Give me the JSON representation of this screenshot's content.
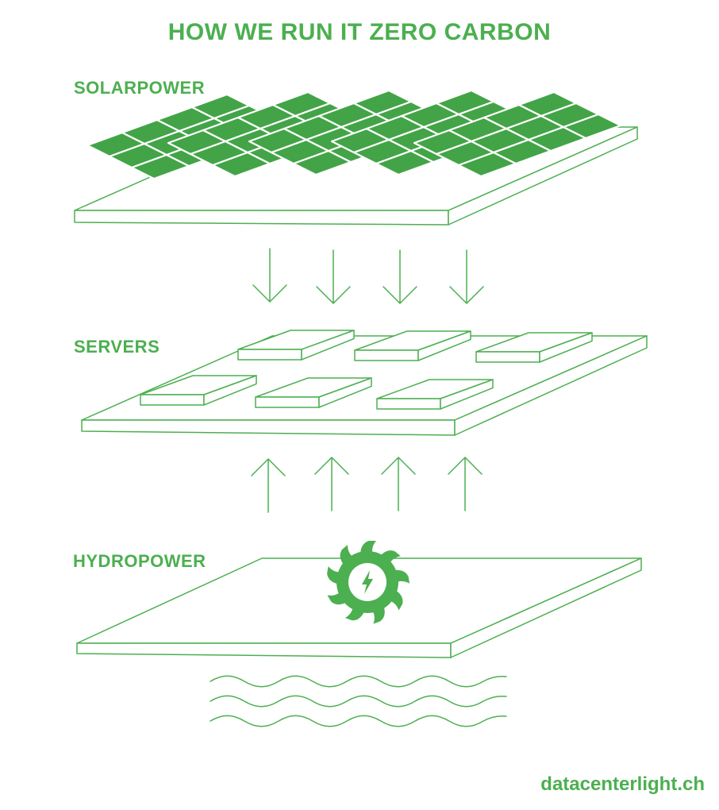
{
  "title": "HOW WE RUN IT ZERO CARBON",
  "sections": {
    "solar": {
      "label": "SOLARPOWER",
      "icon": "solar-panel-icon"
    },
    "servers": {
      "label": "SERVERS",
      "icon": "server-rack-icon"
    },
    "hydro": {
      "label": "HYDROPOWER",
      "icon": "water-wheel-icon"
    }
  },
  "footer": {
    "website": "datacenterlight.ch"
  },
  "colors": {
    "accent": "#4caf50",
    "panel": "#43a447",
    "background": "#ffffff"
  }
}
